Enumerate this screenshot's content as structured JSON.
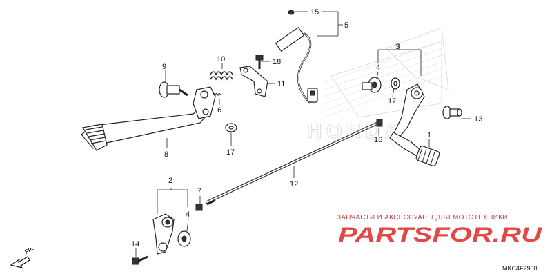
{
  "diagram": {
    "callouts": [
      {
        "id": "15",
        "text": "15"
      },
      {
        "id": "5",
        "text": "5"
      },
      {
        "id": "3",
        "text": "3"
      },
      {
        "id": "10",
        "text": "10"
      },
      {
        "id": "9",
        "text": "9"
      },
      {
        "id": "18",
        "text": "18"
      },
      {
        "id": "11",
        "text": "11"
      },
      {
        "id": "4a",
        "text": "4"
      },
      {
        "id": "17a",
        "text": "17"
      },
      {
        "id": "6",
        "text": "6"
      },
      {
        "id": "13",
        "text": "13"
      },
      {
        "id": "1",
        "text": "1"
      },
      {
        "id": "16",
        "text": "16"
      },
      {
        "id": "8",
        "text": "8"
      },
      {
        "id": "17b",
        "text": "17"
      },
      {
        "id": "12",
        "text": "12"
      },
      {
        "id": "2",
        "text": "2"
      },
      {
        "id": "7",
        "text": "7"
      },
      {
        "id": "4b",
        "text": "4"
      },
      {
        "id": "14",
        "text": "14"
      }
    ],
    "watermark_tagline": "ЗАПЧАСТИ И АКСЕССУАРЫ ДЛЯ МОТОТЕХНИКИ",
    "watermark_logo": "PARTSFOR.RU",
    "brand_background": "HONDA",
    "direction_label": "FR.",
    "diagram_code": "MKC4F2900",
    "colors": {
      "watermark": "#e14848",
      "line": "#222222"
    }
  }
}
